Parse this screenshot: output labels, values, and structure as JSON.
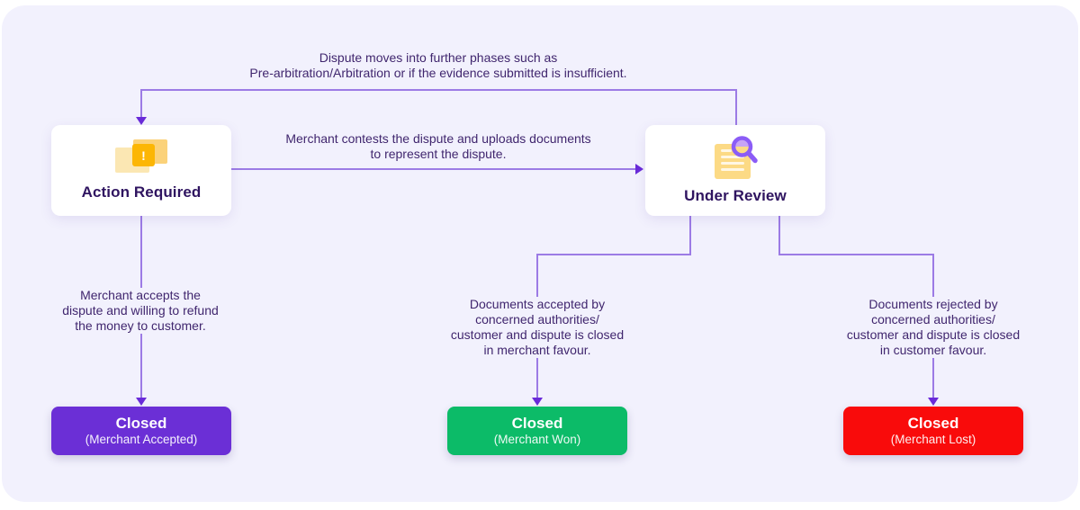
{
  "canvas": {
    "bg": "#F2F1FD",
    "line_color": "#9C7BE5",
    "arrowhead_color": "#6A2BD9",
    "text_color": "#40266E"
  },
  "annotations": {
    "loop_back": {
      "lines": [
        "Dispute moves into further phases such as",
        "Pre-arbitration/Arbitration or if the evidence submitted is insufficient."
      ]
    },
    "contest": {
      "lines": [
        "Merchant contests the dispute and uploads documents",
        "to represent the dispute."
      ]
    },
    "accept": {
      "lines": [
        "Merchant accepts the",
        "dispute and willing to refund",
        "the money to customer."
      ]
    },
    "won": {
      "lines": [
        "Documents accepted by",
        "concerned authorities/",
        "customer and dispute is closed",
        "in merchant favour."
      ]
    },
    "lost": {
      "lines": [
        "Documents rejected by",
        "concerned authorities/",
        "customer and dispute is closed",
        "in customer favour."
      ]
    }
  },
  "nodes": {
    "action_required": {
      "label": "Action Required",
      "icon": "alert-card-icon",
      "alert_glyph": "!"
    },
    "under_review": {
      "label": "Under Review",
      "icon": "document-search-icon"
    },
    "closed_accepted": {
      "title": "Closed",
      "subtitle": "(Merchant Accepted)",
      "color": "#6B2FD6"
    },
    "closed_won": {
      "title": "Closed",
      "subtitle": "(Merchant Won)",
      "color": "#0CBB68"
    },
    "closed_lost": {
      "title": "Closed",
      "subtitle": "(Merchant Lost)",
      "color": "#F90B0B"
    }
  }
}
